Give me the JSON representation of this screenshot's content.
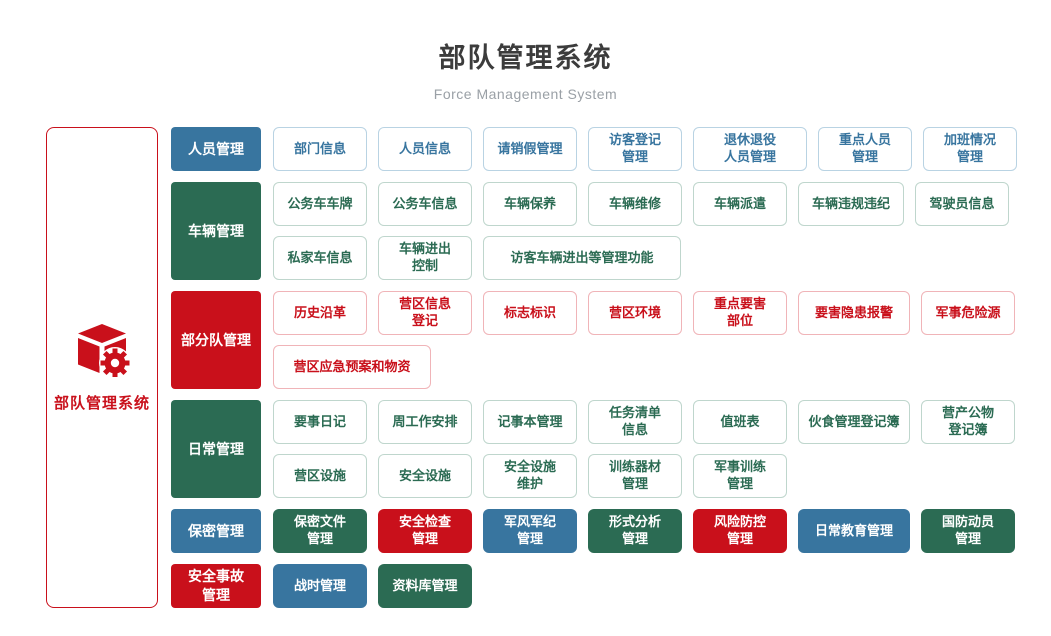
{
  "header": {
    "title": "部队管理系统",
    "subtitle": "Force Management System"
  },
  "sidebar": {
    "label": "部队管理系统",
    "icon": "cube-gear-icon",
    "border_color": "#C9101B"
  },
  "colors": {
    "blue": "#38759F",
    "green": "#2B6B53",
    "red": "#C9101B",
    "outline_blue_border": "#B9D3E3",
    "outline_green_border": "#BFD6CD",
    "outline_red_border": "#F0B4B8",
    "title_text": "#3C3C3C",
    "subtitle_text": "#9AA0A6"
  },
  "rows": [
    {
      "category": {
        "label": "人员管理",
        "variant": "solid-blue"
      },
      "lines": [
        [
          {
            "label": "部门信息",
            "variant": "outline-blue"
          },
          {
            "label": "人员信息",
            "variant": "outline-blue"
          },
          {
            "label": "请销假管理",
            "variant": "outline-blue"
          },
          {
            "label": "访客登记\n管理",
            "variant": "outline-blue"
          },
          {
            "label": "退休退役\n人员管理",
            "variant": "outline-blue",
            "width": 114
          },
          {
            "label": "重点人员\n管理",
            "variant": "outline-blue"
          },
          {
            "label": "加班情况\n管理",
            "variant": "outline-blue"
          }
        ]
      ]
    },
    {
      "category": {
        "label": "车辆管理",
        "variant": "solid-green"
      },
      "lines": [
        [
          {
            "label": "公务车车牌",
            "variant": "outline-green"
          },
          {
            "label": "公务车信息",
            "variant": "outline-green"
          },
          {
            "label": "车辆保养",
            "variant": "outline-green"
          },
          {
            "label": "车辆维修",
            "variant": "outline-green"
          },
          {
            "label": "车辆派遣",
            "variant": "outline-green"
          },
          {
            "label": "车辆违规违纪",
            "variant": "outline-green",
            "width": 106
          },
          {
            "label": "驾驶员信息",
            "variant": "outline-green"
          }
        ],
        [
          {
            "label": "私家车信息",
            "variant": "outline-green"
          },
          {
            "label": "车辆进出\n控制",
            "variant": "outline-green"
          },
          {
            "label": "访客车辆进出等管理功能",
            "variant": "outline-green",
            "width": 198
          }
        ]
      ]
    },
    {
      "category": {
        "label": "部分队管理",
        "variant": "solid-red"
      },
      "lines": [
        [
          {
            "label": "历史沿革",
            "variant": "outline-red"
          },
          {
            "label": "营区信息\n登记",
            "variant": "outline-red"
          },
          {
            "label": "标志标识",
            "variant": "outline-red"
          },
          {
            "label": "营区环境",
            "variant": "outline-red"
          },
          {
            "label": "重点要害\n部位",
            "variant": "outline-red"
          },
          {
            "label": "要害隐患报警",
            "variant": "outline-red",
            "width": 112
          },
          {
            "label": "军事危险源",
            "variant": "outline-red"
          }
        ],
        [
          {
            "label": "营区应急预案和物资",
            "variant": "outline-red",
            "width": 158
          }
        ]
      ]
    },
    {
      "category": {
        "label": "日常管理",
        "variant": "solid-green"
      },
      "lines": [
        [
          {
            "label": "要事日记",
            "variant": "outline-green"
          },
          {
            "label": "周工作安排",
            "variant": "outline-green"
          },
          {
            "label": "记事本管理",
            "variant": "outline-green"
          },
          {
            "label": "任务清单\n信息",
            "variant": "outline-green"
          },
          {
            "label": "值班表",
            "variant": "outline-green"
          },
          {
            "label": "伙食管理登记簿",
            "variant": "outline-green",
            "width": 112
          },
          {
            "label": "营产公物\n登记簿",
            "variant": "outline-green"
          }
        ],
        [
          {
            "label": "营区设施",
            "variant": "outline-green"
          },
          {
            "label": "安全设施",
            "variant": "outline-green"
          },
          {
            "label": "安全设施\n维护",
            "variant": "outline-green"
          },
          {
            "label": "训练器材\n管理",
            "variant": "outline-green"
          },
          {
            "label": "军事训练\n管理",
            "variant": "outline-green"
          }
        ]
      ]
    },
    {
      "category": {
        "label": "保密管理",
        "variant": "solid-blue"
      },
      "lines": [
        [
          {
            "label": "保密文件\n管理",
            "variant": "solid-green"
          },
          {
            "label": "安全检查\n管理",
            "variant": "solid-red"
          },
          {
            "label": "军风军纪\n管理",
            "variant": "solid-blue"
          },
          {
            "label": "形式分析\n管理",
            "variant": "solid-green"
          },
          {
            "label": "风险防控\n管理",
            "variant": "solid-red"
          },
          {
            "label": "日常教育管理",
            "variant": "solid-blue",
            "width": 112
          },
          {
            "label": "国防动员\n管理",
            "variant": "solid-green"
          }
        ]
      ]
    },
    {
      "category": {
        "label": "安全事故\n管理",
        "variant": "solid-red"
      },
      "lines": [
        [
          {
            "label": "战时管理",
            "variant": "solid-blue"
          },
          {
            "label": "资料库管理",
            "variant": "solid-green"
          }
        ]
      ]
    }
  ]
}
